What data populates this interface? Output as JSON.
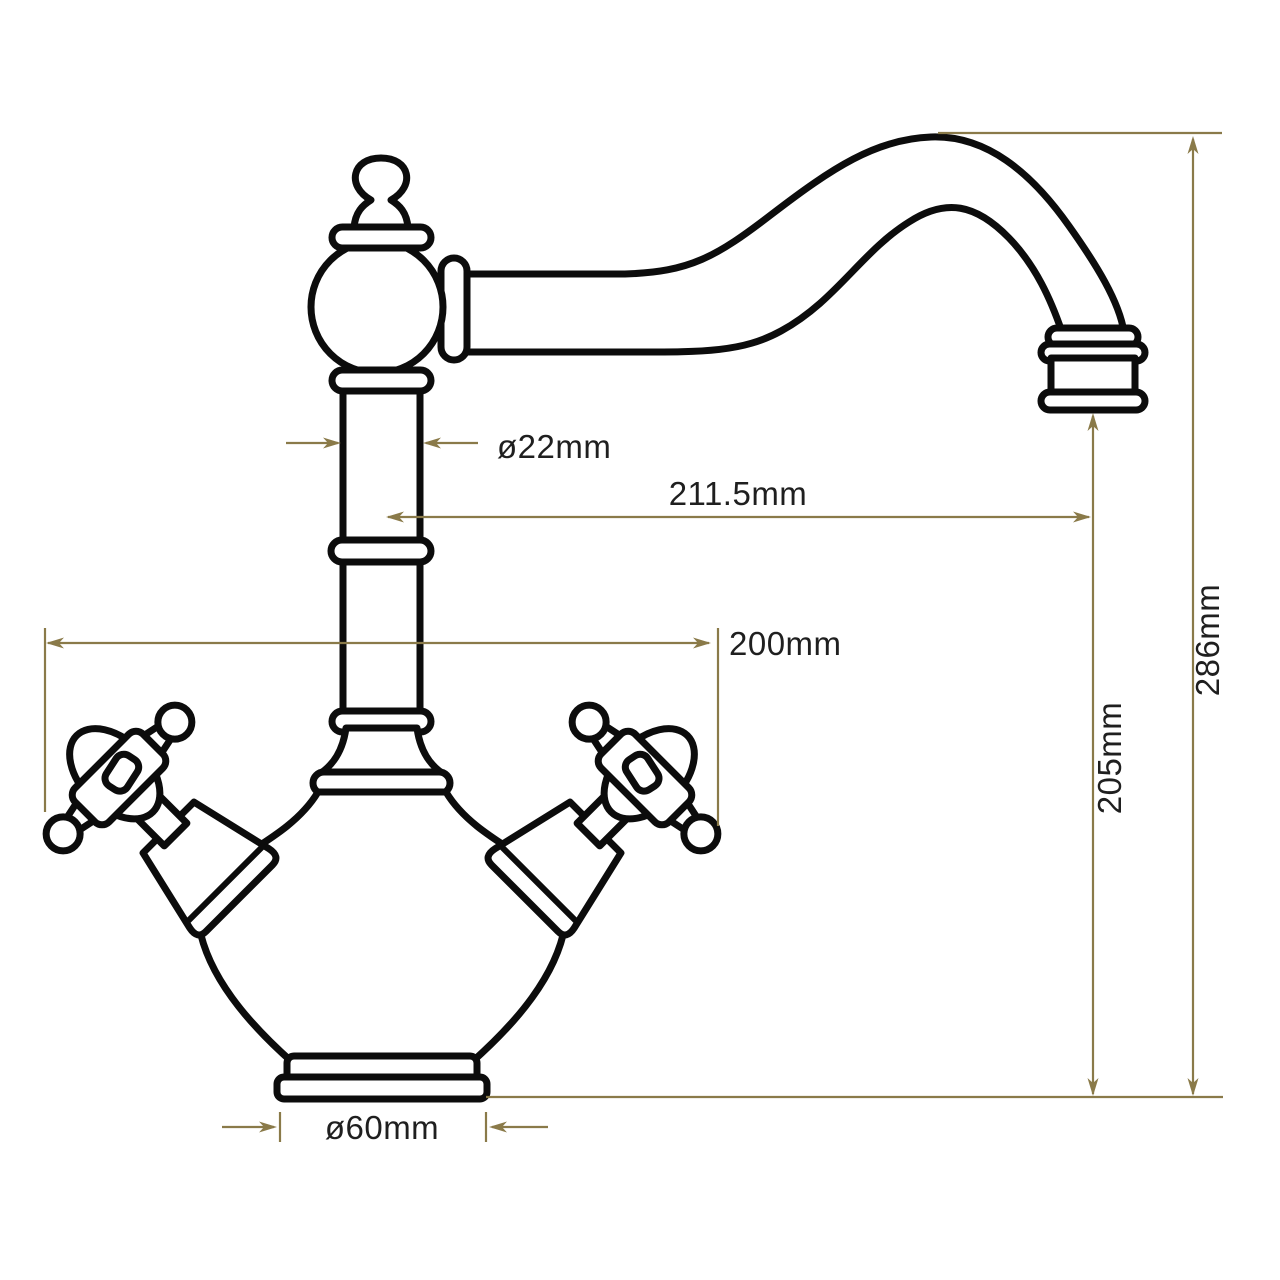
{
  "drawing": {
    "subject": "traditional two-handle monobloc tap technical drawing",
    "colors": {
      "outline": "#0c0c0c",
      "dimension_lines": "#8a7a49",
      "label_text": "#1f1f1f",
      "background": "#ffffff"
    },
    "dimensions": {
      "spout_diameter": {
        "label": "ø22mm"
      },
      "spout_reach": {
        "label": "211.5mm"
      },
      "overall_width": {
        "label": "200mm"
      },
      "outlet_height": {
        "label": "205mm"
      },
      "overall_height": {
        "label": "286mm"
      },
      "base_diameter": {
        "label": "ø60mm"
      }
    }
  }
}
